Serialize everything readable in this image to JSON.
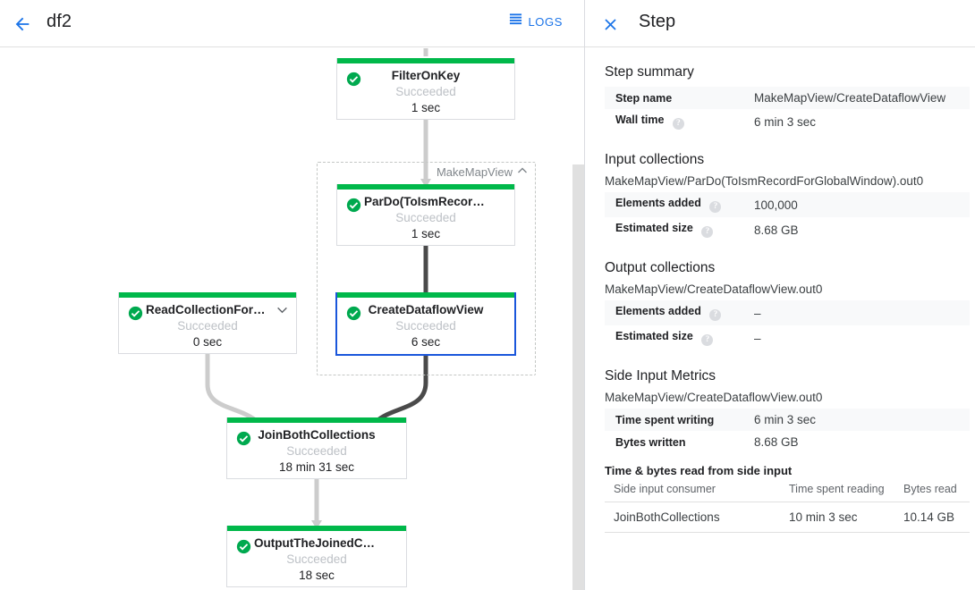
{
  "header": {
    "back_icon": "arrow-left-icon",
    "job_title": "df2",
    "logs_label": "LOGS",
    "logs_icon": "logs-list-icon"
  },
  "graph": {
    "group": {
      "label": "MakeMapView",
      "chevron": "chevron-up-icon"
    },
    "nodes": [
      {
        "id": "filter-on-key",
        "title": "FilterOnKey",
        "status": "Succeeded",
        "time": "1 sec",
        "status_icon": "check-circle-icon",
        "selected": false,
        "has_chevron": false
      },
      {
        "id": "pardo-to-ism-record",
        "title": "ParDo(ToIsmRecordFor…",
        "status": "Succeeded",
        "time": "1 sec",
        "status_icon": "check-circle-icon",
        "selected": false,
        "has_chevron": false
      },
      {
        "id": "create-dataflow-view",
        "title": "CreateDataflowView",
        "status": "Succeeded",
        "time": "6 sec",
        "status_icon": "check-circle-icon",
        "selected": true,
        "has_chevron": false
      },
      {
        "id": "read-collection-for-join",
        "title": "ReadCollectionForJoin",
        "status": "Succeeded",
        "time": "0 sec",
        "status_icon": "check-circle-icon",
        "selected": false,
        "has_chevron": true,
        "chevron": "chevron-down-icon"
      },
      {
        "id": "join-both-collections",
        "title": "JoinBothCollections",
        "status": "Succeeded",
        "time": "18 min 31 sec",
        "status_icon": "check-circle-icon",
        "selected": false,
        "has_chevron": false
      },
      {
        "id": "output-the-joined-collection",
        "title": "OutputTheJoinedCollec…",
        "status": "Succeeded",
        "time": "18 sec",
        "status_icon": "check-circle-icon",
        "selected": false,
        "has_chevron": false
      }
    ],
    "colors": {
      "success_bar": "#00b84a",
      "selected_border": "#1a56db",
      "edge_active": "#424242",
      "edge_inactive": "#cccccc"
    }
  },
  "panel": {
    "close_icon": "close-icon",
    "title": "Step",
    "step_summary": {
      "heading": "Step summary",
      "rows": [
        {
          "key": "Step name",
          "value": "MakeMapView/CreateDataflowView",
          "help": false
        },
        {
          "key": "Wall time",
          "value": "6 min 3 sec",
          "help": true
        }
      ]
    },
    "input_collections": {
      "heading": "Input collections",
      "collection": "MakeMapView/ParDo(ToIsmRecordForGlobalWindow).out0",
      "rows": [
        {
          "key": "Elements added",
          "value": "100,000",
          "help": true
        },
        {
          "key": "Estimated size",
          "value": "8.68 GB",
          "help": true
        }
      ]
    },
    "output_collections": {
      "heading": "Output collections",
      "collection": "MakeMapView/CreateDataflowView.out0",
      "rows": [
        {
          "key": "Elements added",
          "value": "–",
          "help": true
        },
        {
          "key": "Estimated size",
          "value": "–",
          "help": true
        }
      ]
    },
    "side_input_metrics": {
      "heading": "Side Input Metrics",
      "collection": "MakeMapView/CreateDataflowView.out0",
      "rows": [
        {
          "key": "Time spent writing",
          "value": "6 min 3 sec",
          "help": false
        },
        {
          "key": "Bytes written",
          "value": "8.68 GB",
          "help": false
        }
      ]
    },
    "side_input_table": {
      "heading": "Time & bytes read from side input",
      "columns": [
        "Side input consumer",
        "Time spent reading",
        "Bytes read"
      ],
      "rows": [
        [
          "JoinBothCollections",
          "10 min 3 sec",
          "10.14 GB"
        ]
      ]
    }
  }
}
